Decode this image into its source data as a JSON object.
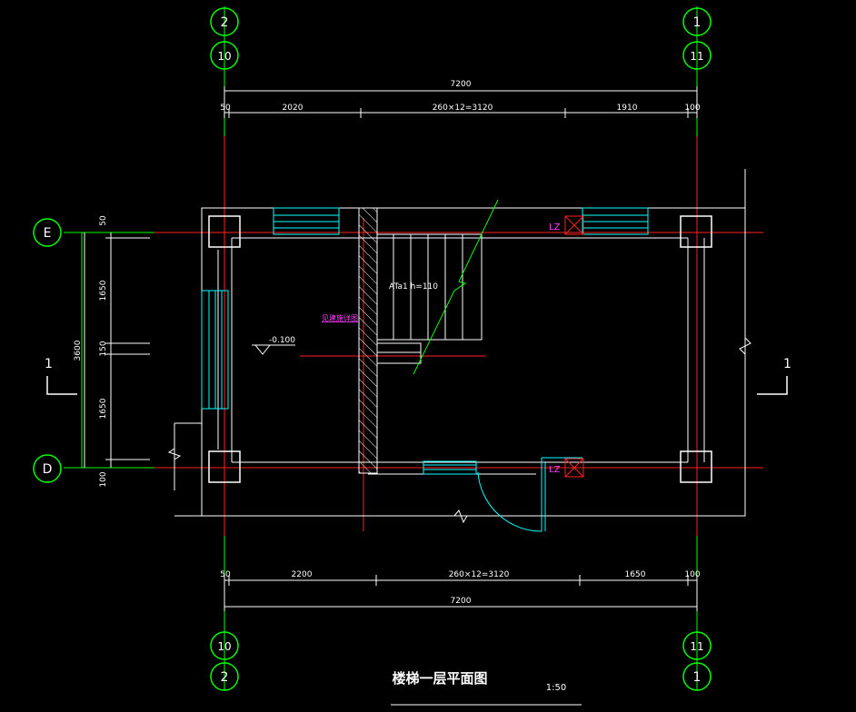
{
  "drawing": {
    "title": "楼梯一层平面图",
    "scale": "1:50"
  },
  "grid_bubbles": {
    "top_left_outer": "2",
    "top_left_inner": "10",
    "top_right_outer": "1",
    "top_right_inner": "11",
    "bottom_left_inner": "10",
    "bottom_left_outer": "2",
    "bottom_right_inner": "11",
    "bottom_right_outer": "1",
    "left_upper": "E",
    "left_lower": "D"
  },
  "dimensions": {
    "top_total": "7200",
    "top_seg_left_small": "50",
    "top_seg_1": "2020",
    "top_seg_2": "260×12=3120",
    "top_seg_3": "1910",
    "top_seg_right_small": "100",
    "bottom_total": "7200",
    "bottom_seg_left_small": "50",
    "bottom_seg_1": "2200",
    "bottom_seg_2": "260×12=3120",
    "bottom_seg_3": "1650",
    "bottom_seg_right_small": "100",
    "left_total": "3600",
    "left_seg_top_small": "50",
    "left_seg_1": "1650",
    "left_seg_mid": "150",
    "left_seg_2": "1650",
    "left_seg_bottom_small": "100"
  },
  "annotations": {
    "stair_label": "ATa1 h=110",
    "level": "-0.100",
    "magenta_note": "见建施详图",
    "column_lz_top": "LZ",
    "column_lz_bottom": "LZ",
    "section_mark_left": "1",
    "section_mark_right": "1"
  },
  "colors": {
    "background": "#000000",
    "grid_line": "#ff0000",
    "dimension": "#00ff00",
    "wall": "#ffffff",
    "window": "#00ffff",
    "tag": "#ff00ff"
  }
}
